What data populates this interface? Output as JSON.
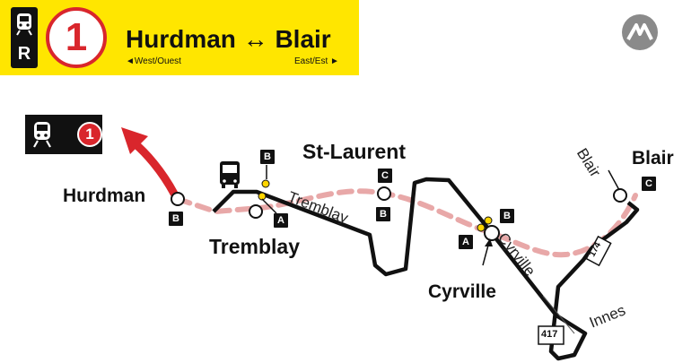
{
  "header": {
    "mode_letter": "R",
    "route_number": "1",
    "title": "Hurdman ↔ Blair",
    "west_label": "◄West/Ouest",
    "east_label": "East/Est ►",
    "background_color": "#ffe600",
    "route_color": "#d9262c"
  },
  "legend": {
    "route_number": "1",
    "icon": "train-icon"
  },
  "stations": [
    {
      "name": "Hurdman",
      "platforms": [
        "B"
      ]
    },
    {
      "name": "Tremblay",
      "platforms": [
        "B",
        "A"
      ]
    },
    {
      "name": "St-Laurent",
      "platforms": [
        "C",
        "B"
      ]
    },
    {
      "name": "Cyrville",
      "platforms": [
        "B",
        "A"
      ]
    },
    {
      "name": "Blair",
      "platforms": [
        "C"
      ]
    }
  ],
  "streets": [
    "Tremblay",
    "Cyrville",
    "Blair",
    "Innes"
  ],
  "highways": [
    "174",
    "417"
  ],
  "colors": {
    "rail_line": "#e8a8a8",
    "bus_route": "#111111",
    "stop_dot": "#ffd500",
    "arrow": "#d9262c"
  }
}
